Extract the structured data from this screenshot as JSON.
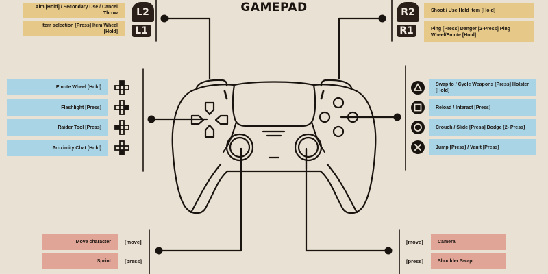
{
  "title": "GAMEPAD",
  "colors": {
    "background": "#e9e1d3",
    "yellow_box": "#e6c988",
    "blue_box": "#a8d4e6",
    "red_box": "#e1a597",
    "ink": "#1a1410"
  },
  "left_triggers": [
    {
      "button": "L2",
      "action": "Aim [Hold] / Secondary Use / Cancel Throw"
    },
    {
      "button": "L1",
      "action": "Item selection [Press] Item Wheel [Hold]"
    }
  ],
  "right_triggers": [
    {
      "button": "R2",
      "action": "Shoot / Use Held Item [Hold]"
    },
    {
      "button": "R1",
      "action": "Ping [Press] Danger [2-Press] Ping Wheel/Emote [Hold]"
    }
  ],
  "dpad": [
    {
      "direction": "up",
      "icon": "dpad-up-icon",
      "action": "Emote Wheel  [Hold]"
    },
    {
      "direction": "right",
      "icon": "dpad-right-icon",
      "action": "Flashlight [Press]"
    },
    {
      "direction": "left",
      "icon": "dpad-left-icon",
      "action": "Raider Tool [Press]"
    },
    {
      "direction": "down",
      "icon": "dpad-down-icon",
      "action": "Proximity Chat [Hold]"
    }
  ],
  "face_buttons": [
    {
      "button": "triangle",
      "icon": "triangle-icon",
      "action": "Swap to / Cycle Weapons [Press] Holster [Hold]"
    },
    {
      "button": "square",
      "icon": "square-icon",
      "action": "Reload / Interact [Press]"
    },
    {
      "button": "circle",
      "icon": "circle-icon",
      "action": "Crouch / Slide [Press] Dodge  [2- Press]"
    },
    {
      "button": "cross",
      "icon": "cross-icon",
      "action": "Jump [Press] / Vault [Press]"
    }
  ],
  "left_stick": [
    {
      "input": "[move]",
      "action": "Move character"
    },
    {
      "input": "[press]",
      "action": "Sprint"
    }
  ],
  "right_stick": [
    {
      "input": "[move]",
      "action": "Camera"
    },
    {
      "input": "[press]",
      "action": "Shoulder Swap"
    }
  ]
}
